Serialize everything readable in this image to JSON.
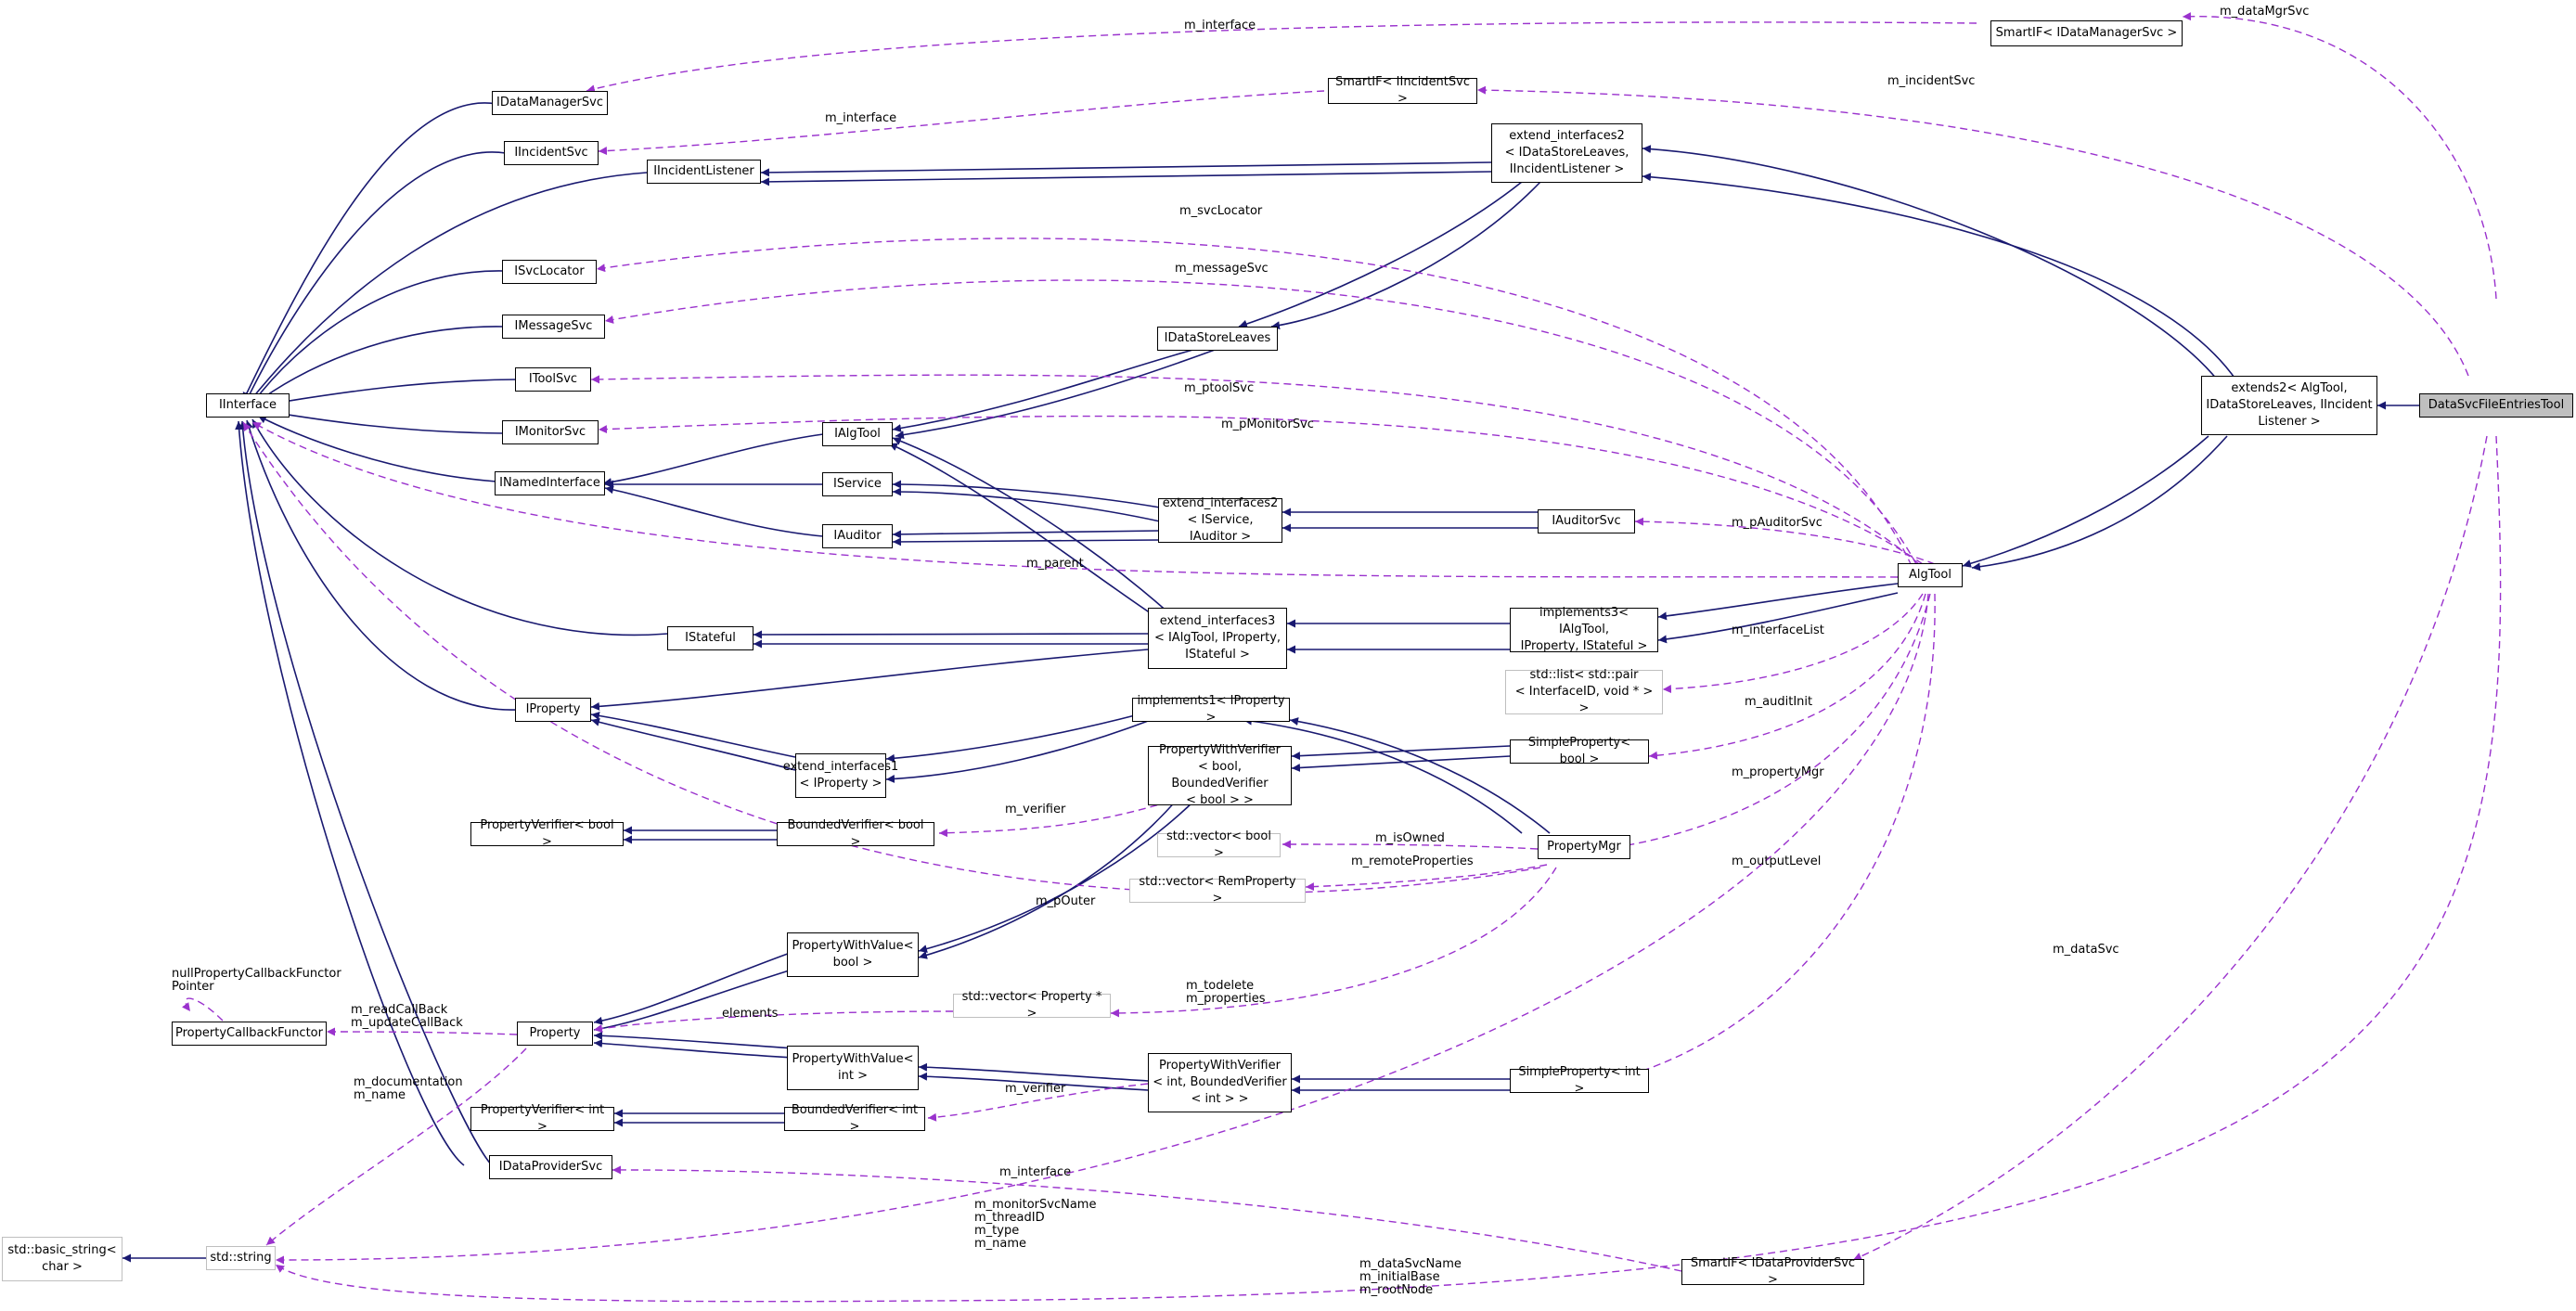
{
  "colors": {
    "inheritance_edge": "#191970",
    "usage_edge": "#9a32cd",
    "node_border": "#000000",
    "undocumented_node_border": "#bfbfbf",
    "focus_node_fill": "#bfbfbf"
  },
  "nodes": {
    "IInterface": "IInterface",
    "IDataManagerSvc": "IDataManagerSvc",
    "IIncidentSvc": "IIncidentSvc",
    "IIncidentListener": "IIncidentListener",
    "ISvcLocator": "ISvcLocator",
    "IMessageSvc": "IMessageSvc",
    "IToolSvc": "IToolSvc",
    "IMonitorSvc": "IMonitorSvc",
    "INamedInterface": "INamedInterface",
    "IAlgTool": "IAlgTool",
    "IService": "IService",
    "IAuditor": "IAuditor",
    "IStateful": "IStateful",
    "IProperty": "IProperty",
    "IDataStoreLeaves": "IDataStoreLeaves",
    "IAuditorSvc": "IAuditorSvc",
    "IDataProviderSvc": "IDataProviderSvc",
    "SmartIFDataManagerSvc": "SmartIF< IDataManagerSvc >",
    "SmartIFIncidentSvc": "SmartIF< IIncidentSvc >",
    "SmartIFDataProviderSvc": "SmartIF< IDataProviderSvc >",
    "ExtendInterfaces2LeavesListener": "extend_interfaces2\n< IDataStoreLeaves,\n IIncidentListener >",
    "ExtendInterfaces2ServiceAuditor": "extend_interfaces2\n< IService, IAuditor >",
    "ExtendInterfaces3": "extend_interfaces3\n< IAlgTool, IProperty,\n IStateful >",
    "ExtendInterfaces1": "extend_interfaces1\n< IProperty >",
    "Implements3": "implements3< IAlgTool,\n IProperty, IStateful >",
    "Implements1": "implements1< IProperty >",
    "Extends2": "extends2< AlgTool,\n IDataStoreLeaves, IIncident\nListener >",
    "DataSvcFileEntriesTool": "DataSvcFileEntriesTool",
    "AlgTool": "AlgTool",
    "StdListPair": "std::list< std::pair\n< InterfaceID, void * > >",
    "SimplePropertyBool": "SimpleProperty< bool >",
    "SimplePropertyInt": "SimpleProperty< int >",
    "PropertyWithVerifierBool": "PropertyWithVerifier\n< bool, BoundedVerifier\n< bool > >",
    "PropertyWithVerifierInt": "PropertyWithVerifier\n< int, BoundedVerifier\n< int > >",
    "PropertyWithValueBool": "PropertyWithValue<\n bool >",
    "PropertyWithValueInt": "PropertyWithValue<\n int >",
    "PropertyMgr": "PropertyMgr",
    "StdVectorBool": "std::vector< bool >",
    "StdVectorRemProperty": "std::vector< RemProperty >",
    "StdVectorPropertyPtr": "std::vector< Property * >",
    "PropertyVerifierBool": "PropertyVerifier< bool >",
    "PropertyVerifierInt": "PropertyVerifier< int >",
    "BoundedVerifierBool": "BoundedVerifier< bool >",
    "BoundedVerifierInt": "BoundedVerifier< int >",
    "Property": "Property",
    "PropertyCallbackFunctor": "PropertyCallbackFunctor",
    "StdString": "std::string",
    "StdBasicString": "std::basic_string<\n char >"
  },
  "edge_labels": {
    "dataMgrSvc": "m_dataMgrSvc",
    "interfaceTop": "m_interface",
    "incidentSvc": "m_incidentSvc",
    "interfaceIncident": "m_interface",
    "svcLocator": "m_svcLocator",
    "messageSvc": "m_messageSvc",
    "ptoolSvc": "m_ptoolSvc",
    "pMonitorSvc": "m_pMonitorSvc",
    "pAuditorSvc": "m_pAuditorSvc",
    "parent": "m_parent",
    "interfaceList": "m_interfaceList",
    "auditInit": "m_auditInit",
    "propertyMgr": "m_propertyMgr",
    "verifierBool": "m_verifier",
    "isOwned": "m_isOwned",
    "remoteProperties": "m_remoteProperties",
    "pOuter": "m_pOuter",
    "outputLevel": "m_outputLevel",
    "dataSvc": "m_dataSvc",
    "todeleteProperties": "m_todelete\nm_properties",
    "nullPropertyCallback": "nullPropertyCallbackFunctor\nPointer",
    "readUpdateCallback": "m_readCallBack\nm_updateCallBack",
    "elements": "elements",
    "verifierInt": "m_verifier",
    "documentationName": "m_documentation\nm_name",
    "interfaceProvider": "m_interface",
    "monitorEtc": "m_monitorSvcName\nm_threadID\nm_type\nm_name",
    "dataSvcNameEtc": "m_dataSvcName\nm_initialBase\nm_rootNode"
  }
}
